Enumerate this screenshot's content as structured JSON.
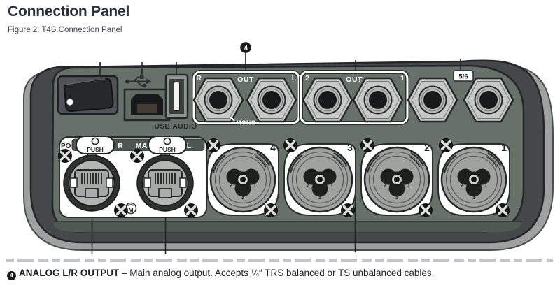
{
  "header": {
    "title": "Connection Panel",
    "caption": "Figure 2. T4S Connection Panel"
  },
  "panel": {
    "callout_number": "4",
    "usb_audio_label": "USB AUDIO",
    "analog_out_lr": {
      "left_label": "R",
      "group_label": "OUT",
      "right_label": "L",
      "mono_label": "MONO"
    },
    "aux_out": {
      "left_label": "2",
      "group_label": "OUT",
      "right_label": "1"
    },
    "input_56_badge": "5/6",
    "main_outputs": {
      "partial_label": "PO",
      "right_label": "R",
      "group_label": "MAIN",
      "left_label": "L",
      "push_label": "PUSH",
      "logo": "M"
    },
    "analog_inputs": {
      "jack_numbers": [
        "4",
        "3",
        "2",
        "1"
      ],
      "pin_left": "2",
      "pin_right": "1",
      "pin_bottom": "3"
    }
  },
  "footer": {
    "marker": "4",
    "term": "ANALOG L/R OUTPUT",
    "dash": "–",
    "description": "Main analog output. Accepts ¼″ TRS balanced or TS unbalanced cables."
  },
  "colors": {
    "panel_green": "#67716a",
    "panel_band_dark": "#4f5951",
    "trim_dark": "#45484b",
    "trim_light": "#9da1a0",
    "outline_dark": "#23272a",
    "metal_light": "#c6c9c5",
    "page_text": "#1e2126",
    "title_text": "#2a313c"
  }
}
